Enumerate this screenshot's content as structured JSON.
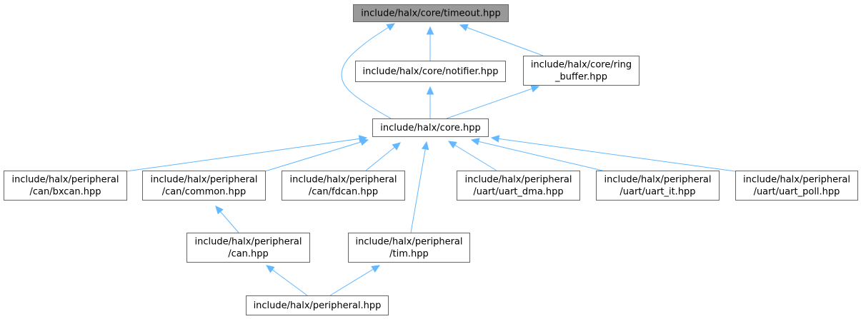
{
  "graph": {
    "nodes": [
      {
        "id": "timeout",
        "lines": [
          "include/halx/core/timeout.hpp"
        ],
        "highlighted": true
      },
      {
        "id": "notifier",
        "lines": [
          "include/halx/core/notifier.hpp"
        ]
      },
      {
        "id": "ring_buffer",
        "lines": [
          "include/halx/core/ring",
          "_buffer.hpp"
        ]
      },
      {
        "id": "core",
        "lines": [
          "include/halx/core.hpp"
        ]
      },
      {
        "id": "bxcan",
        "lines": [
          "include/halx/peripheral",
          "/can/bxcan.hpp"
        ]
      },
      {
        "id": "can_common",
        "lines": [
          "include/halx/peripheral",
          "/can/common.hpp"
        ]
      },
      {
        "id": "fdcan",
        "lines": [
          "include/halx/peripheral",
          "/can/fdcan.hpp"
        ]
      },
      {
        "id": "uart_dma",
        "lines": [
          "include/halx/peripheral",
          "/uart/uart_dma.hpp"
        ]
      },
      {
        "id": "uart_it",
        "lines": [
          "include/halx/peripheral",
          "/uart/uart_it.hpp"
        ]
      },
      {
        "id": "uart_poll",
        "lines": [
          "include/halx/peripheral",
          "/uart/uart_poll.hpp"
        ]
      },
      {
        "id": "can",
        "lines": [
          "include/halx/peripheral",
          "/can.hpp"
        ]
      },
      {
        "id": "tim",
        "lines": [
          "include/halx/peripheral",
          "/tim.hpp"
        ]
      },
      {
        "id": "peripheral",
        "lines": [
          "include/halx/peripheral.hpp"
        ]
      }
    ],
    "edges": [
      {
        "from": "notifier",
        "to": "timeout"
      },
      {
        "from": "ring_buffer",
        "to": "timeout"
      },
      {
        "from": "core",
        "to": "timeout"
      },
      {
        "from": "core",
        "to": "notifier"
      },
      {
        "from": "core",
        "to": "ring_buffer"
      },
      {
        "from": "bxcan",
        "to": "core"
      },
      {
        "from": "can_common",
        "to": "core"
      },
      {
        "from": "fdcan",
        "to": "core"
      },
      {
        "from": "uart_dma",
        "to": "core"
      },
      {
        "from": "uart_it",
        "to": "core"
      },
      {
        "from": "uart_poll",
        "to": "core"
      },
      {
        "from": "tim",
        "to": "core"
      },
      {
        "from": "can",
        "to": "can_common"
      },
      {
        "from": "peripheral",
        "to": "can"
      },
      {
        "from": "peripheral",
        "to": "tim"
      }
    ],
    "colors": {
      "edge": "#63b8ff",
      "node_border": "#666666",
      "root_fill": "#999999",
      "node_fill": "#ffffff"
    }
  }
}
